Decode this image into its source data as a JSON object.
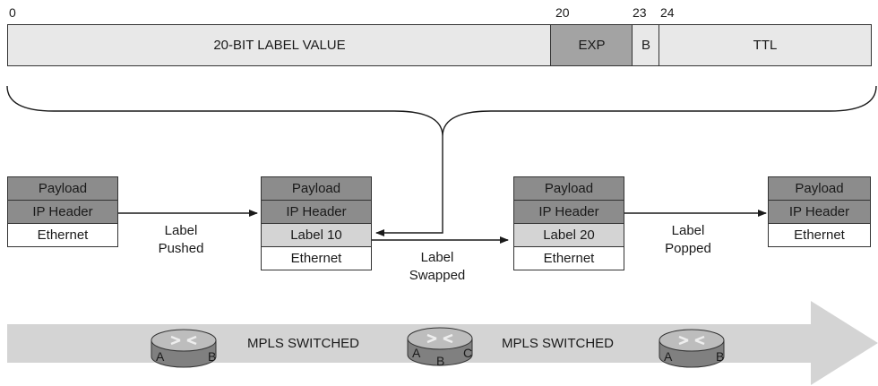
{
  "bit_positions": [
    "0",
    "20",
    "23",
    "24"
  ],
  "header_fields": {
    "label": "20-BIT LABEL VALUE",
    "exp": "EXP",
    "b": "B",
    "ttl": "TTL"
  },
  "stacks": [
    {
      "cells": [
        "Payload",
        "IP Header",
        "Ethernet"
      ]
    },
    {
      "cells": [
        "Payload",
        "IP Header",
        "Label 10",
        "Ethernet"
      ]
    },
    {
      "cells": [
        "Payload",
        "IP Header",
        "Label 20",
        "Ethernet"
      ]
    },
    {
      "cells": [
        "Payload",
        "IP Header",
        "Ethernet"
      ]
    }
  ],
  "transitions": {
    "pushed": {
      "line1": "Label",
      "line2": "Pushed"
    },
    "swapped": {
      "line1": "Label",
      "line2": "Swapped"
    },
    "popped": {
      "line1": "Label",
      "line2": "Popped"
    }
  },
  "path_labels": {
    "left": "MPLS SWITCHED",
    "right": "MPLS SWITCHED"
  },
  "routers": [
    {
      "ports": [
        "A",
        "B"
      ]
    },
    {
      "ports": [
        "A",
        "B",
        "C"
      ]
    },
    {
      "ports": [
        "A",
        "B"
      ]
    }
  ]
}
